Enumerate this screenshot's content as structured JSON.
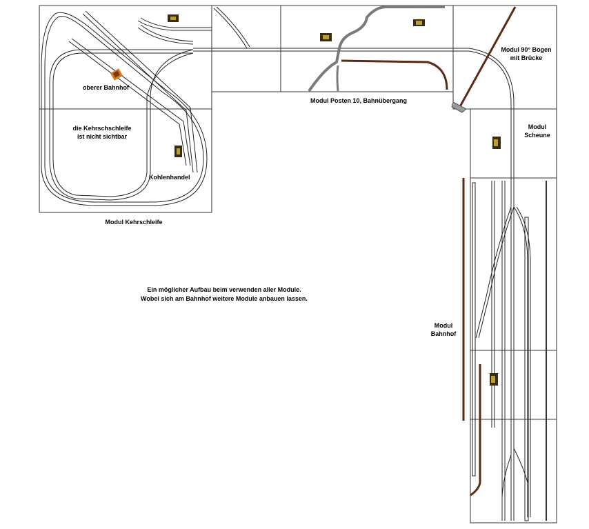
{
  "labels": {
    "kehrschleife_module": "Modul Kehrschleife",
    "oberer_bahnhof": "oberer Bahnhof",
    "kehrschleife_hidden_line1": "die Kehrschschleife",
    "kehrschleife_hidden_line2": "ist nicht sichtbar",
    "kohlenhandel": "Kohlenhandel",
    "posten10_module": "Modul Posten 10, Bahnübergang",
    "bogen_line1": "Modul 90° Bogen",
    "bogen_line2": "mit Brücke",
    "scheune_line1": "Modul",
    "scheune_line2": "Scheune",
    "bahnhof_line1": "Modul",
    "bahnhof_line2": "Bahnhof"
  },
  "note": {
    "line1": "Ein möglicher Aufbau beim verwenden aller Module.",
    "line2": "Wobei sich am Bahnhof weitere Module anbauen lassen."
  },
  "colors": {
    "module_border": "#333333",
    "track": "#222222",
    "street": "#7a7a7a",
    "wall_brown": "#5a2a14",
    "building_yellow": "#b8a030",
    "building_dark": "#3a2a10",
    "station_orange": "#d77a20"
  },
  "icons": [
    "house-icon",
    "station-building-icon"
  ]
}
